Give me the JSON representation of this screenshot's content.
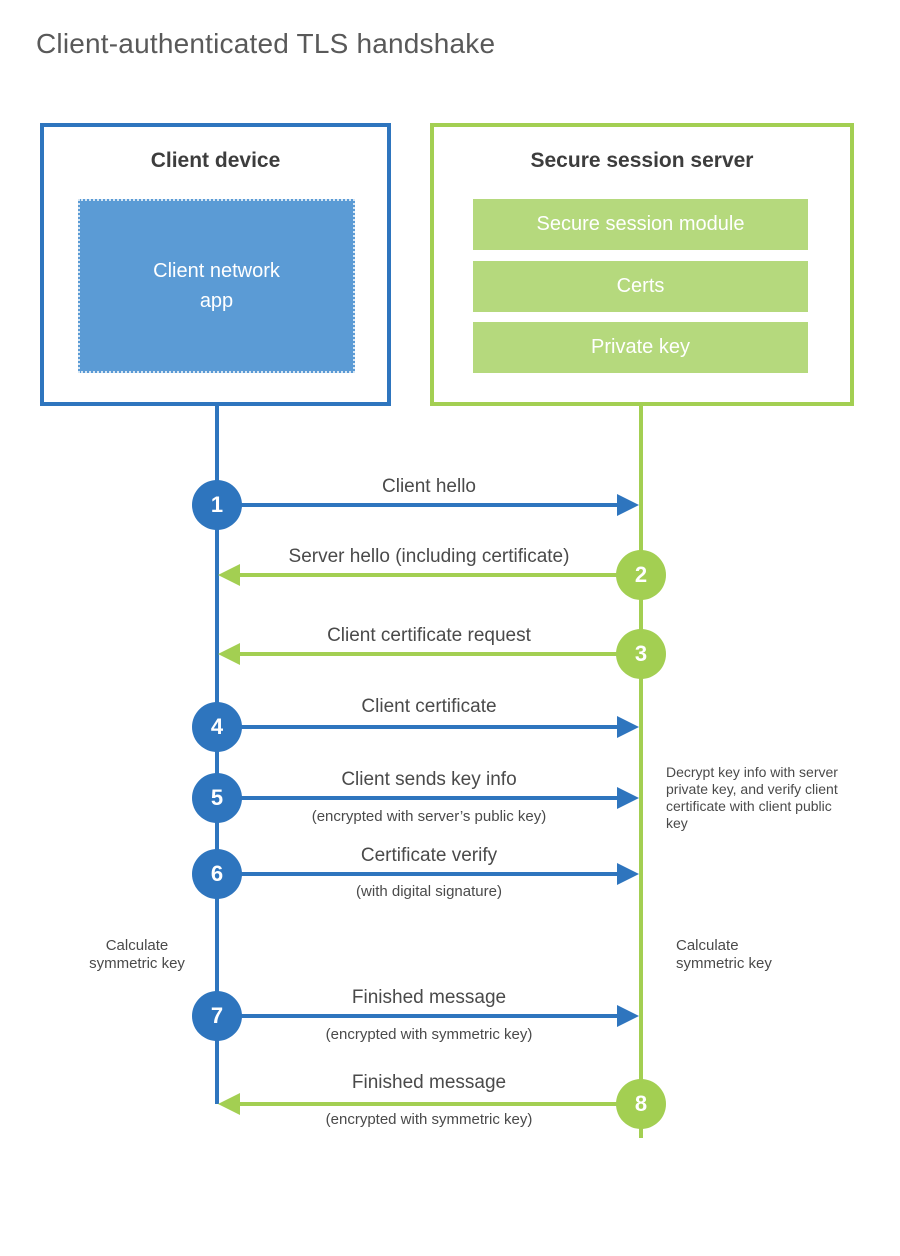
{
  "page": {
    "title": "Client-authenticated TLS handshake"
  },
  "client": {
    "title": "Client device",
    "app_label": "Client network\napp"
  },
  "server": {
    "title": "Secure session server",
    "modules": [
      "Secure session module",
      "Certs",
      "Private key"
    ]
  },
  "messages": [
    {
      "num": "1",
      "direction": "client-to-server",
      "label": "Client hello",
      "sub": ""
    },
    {
      "num": "2",
      "direction": "server-to-client",
      "label": "Server hello (including certificate)",
      "sub": ""
    },
    {
      "num": "3",
      "direction": "server-to-client",
      "label": "Client certificate request",
      "sub": ""
    },
    {
      "num": "4",
      "direction": "client-to-server",
      "label": "Client certificate",
      "sub": ""
    },
    {
      "num": "5",
      "direction": "client-to-server",
      "label": "Client sends key info",
      "sub": "(encrypted with server’s public key)"
    },
    {
      "num": "6",
      "direction": "client-to-server",
      "label": "Certificate verify",
      "sub": "(with digital signature)"
    },
    {
      "num": "7",
      "direction": "client-to-server",
      "label": "Finished message",
      "sub": "(encrypted with symmetric key)"
    },
    {
      "num": "8",
      "direction": "server-to-client",
      "label": "Finished message",
      "sub": "(encrypted with symmetric key)"
    }
  ],
  "notes": {
    "decrypt_note": "Decrypt key info with server private key, and verify client certificate with client public key",
    "calc_left": "Calculate\nsymmetric key",
    "calc_right": "Calculate\nsymmetric key"
  },
  "colors": {
    "blue": "#2e75be",
    "blue_fill": "#5b9bd5",
    "green": "#a3cf52",
    "green_fill": "#b5d97d"
  }
}
